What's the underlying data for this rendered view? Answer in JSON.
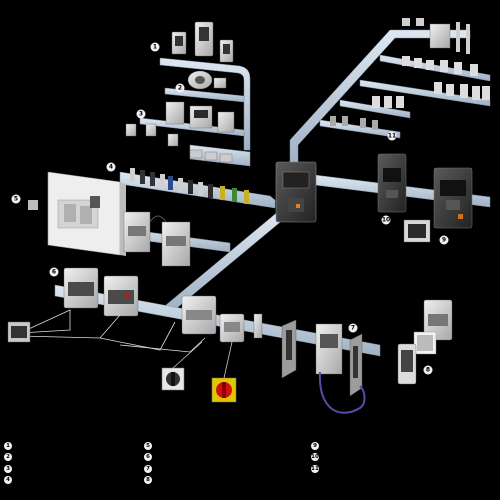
{
  "callouts": [
    "1",
    "2",
    "3",
    "4",
    "5",
    "6",
    "7",
    "8",
    "9",
    "10",
    "11"
  ],
  "legend": {
    "col1": [
      {
        "num": "1",
        "text": ""
      },
      {
        "num": "2",
        "text": ""
      },
      {
        "num": "3",
        "text": ""
      },
      {
        "num": "4",
        "text": ""
      }
    ],
    "col2": [
      {
        "num": "5",
        "text": ""
      },
      {
        "num": "6",
        "text": ""
      },
      {
        "num": "7",
        "text": ""
      },
      {
        "num": "8",
        "text": ""
      }
    ],
    "col3": [
      {
        "num": "9",
        "text": ""
      },
      {
        "num": "10",
        "text": ""
      },
      {
        "num": "11",
        "text": ""
      }
    ]
  },
  "colors": {
    "background": "#000000",
    "rail": "#b9c8d8",
    "device_body": "#d9d9d9",
    "device_dark": "#3a3a3a",
    "callout": "#f2f2f2",
    "cable": "#5a4ba8",
    "accent_red": "#d01010"
  }
}
